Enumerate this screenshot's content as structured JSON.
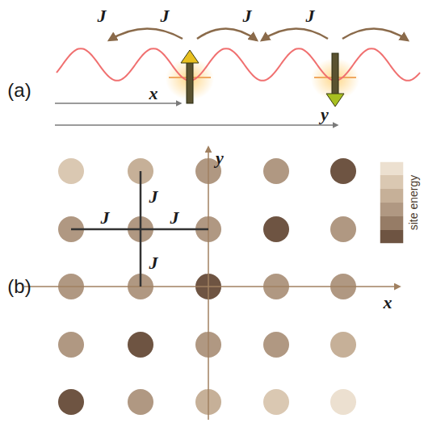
{
  "diagram": {
    "labels": [
      "J",
      "J",
      "J",
      "J",
      "(a)",
      "x",
      "y",
      "J",
      "J",
      "J",
      "J",
      "y",
      "(b)",
      "x",
      "site energy"
    ]
  }
}
